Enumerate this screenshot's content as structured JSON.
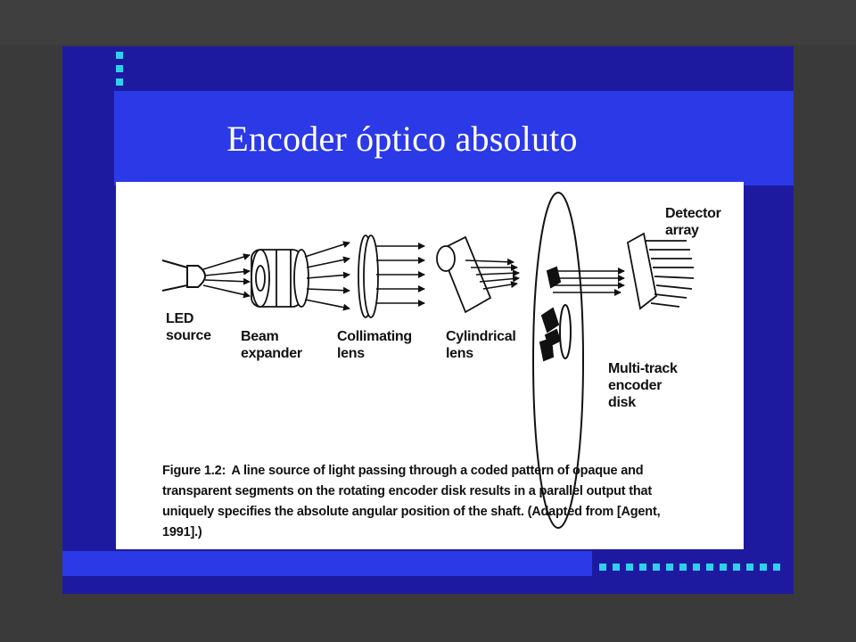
{
  "slide": {
    "title": "Encoder óptico absoluto",
    "accent_color": "#2fd0ee",
    "title_band_color": "#2b39e6",
    "background_color": "#1e1aa0"
  },
  "figure": {
    "labels": {
      "led": "LED\nsource",
      "beam": "Beam\nexpander",
      "collimating": "Collimating\nlens",
      "cylindrical": "Cylindrical\nlens",
      "disk": "Multi-track\nencoder\ndisk",
      "detector": "Detector\narray"
    },
    "caption_label": "Figure 1.2:",
    "caption_text": "A line source of light passing through a coded pattern of opaque and transparent segments on the rotating encoder disk results in a parallel output that uniquely specifies the absolute angular position of the shaft. (Adapted from [Agent, 1991].)"
  }
}
